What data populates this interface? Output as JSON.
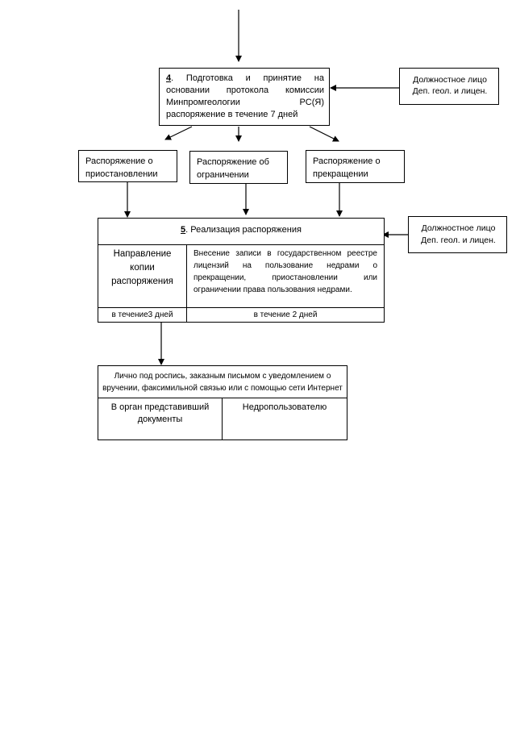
{
  "step4": {
    "number": "4",
    "line1": ". Подготовка и принятие на",
    "line2": "основании протокола комиссии",
    "line3": "Минпромгеологии РС(Я)",
    "line4": "распоряжение в течение 7 дней"
  },
  "official_top": {
    "line1": "Должностное лицо",
    "line2": "Деп. геол. и лицен."
  },
  "orders": {
    "suspension": {
      "line1": "Распоряжение о",
      "line2": "приостановлении"
    },
    "restriction": {
      "line1": "Распоряжение об",
      "line2": "ограничении"
    },
    "termination": {
      "line1": "Распоряжение о",
      "line2": "прекращении"
    }
  },
  "step5": {
    "number": "5",
    "title": ". Реализация распоряжения",
    "left": {
      "line1": "Направление",
      "line2": "копии",
      "line3": "распоряжения"
    },
    "right": {
      "line1": "Внесение записи в государственном реестре",
      "line2": "лицензий на пользование недрами о",
      "line3": "прекращении, приостановлении или",
      "line4": "ограничении права пользования недрами."
    },
    "left_term": "в течение3 дней",
    "right_term": "в течение 2 дней"
  },
  "official_mid": {
    "line1": "Должностное лицо",
    "line2": "Деп. геол. и лицен."
  },
  "delivery": {
    "line1": "Лично под роспись, заказным письмом с уведомлением о",
    "line2": "вручении, факсимильной связью или с помощью сети Интернет",
    "left": {
      "line1": "В орган представивший",
      "line2": "документы"
    },
    "right": "Недропользователю"
  }
}
